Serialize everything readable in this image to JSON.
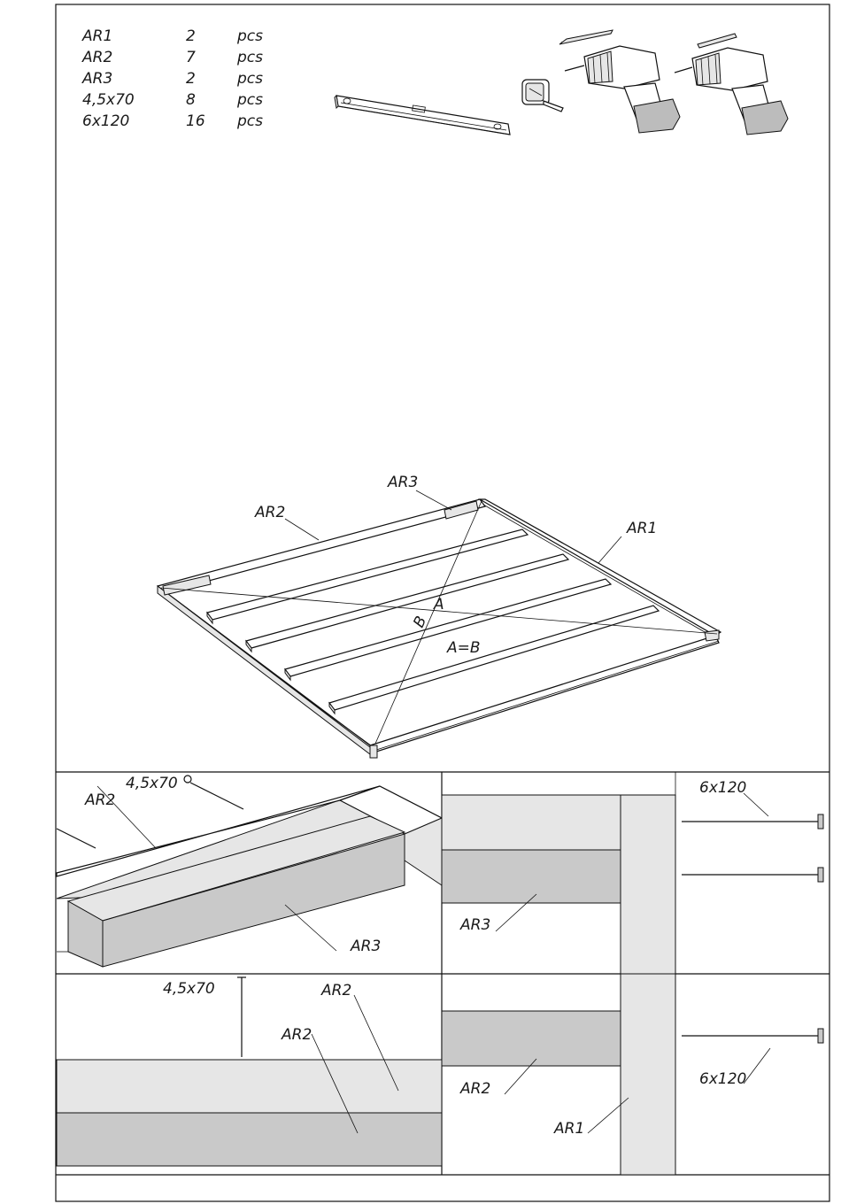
{
  "parts_list": [
    {
      "code": "AR1",
      "qty": "2",
      "unit": "pcs"
    },
    {
      "code": "AR2",
      "qty": "7",
      "unit": "pcs"
    },
    {
      "code": "AR3",
      "qty": "2",
      "unit": "pcs"
    },
    {
      "code": "4,5x70",
      "qty": "8",
      "unit": "pcs"
    },
    {
      "code": "6x120",
      "qty": "16",
      "unit": "pcs"
    }
  ],
  "tools": [
    "spirit-level-icon",
    "tape-measure-icon",
    "drill-with-bit-icon",
    "screwdriver-drill-icon"
  ],
  "frame_diagram": {
    "labels": {
      "ar3": "AR3",
      "ar2": "AR2",
      "ar1": "AR1",
      "a": "A",
      "b": "B",
      "equation": "A=B"
    }
  },
  "detail_1": {
    "screw": "4,5x70",
    "ar2": "AR2",
    "ar3": "AR3"
  },
  "detail_2": {
    "screw": "6x120",
    "ar3": "AR3"
  },
  "detail_3": {
    "screw": "4,5x70",
    "ar2_top": "AR2",
    "ar2_bottom": "AR2"
  },
  "detail_4": {
    "screw": "6x120",
    "ar2": "AR2",
    "ar1": "AR1"
  }
}
